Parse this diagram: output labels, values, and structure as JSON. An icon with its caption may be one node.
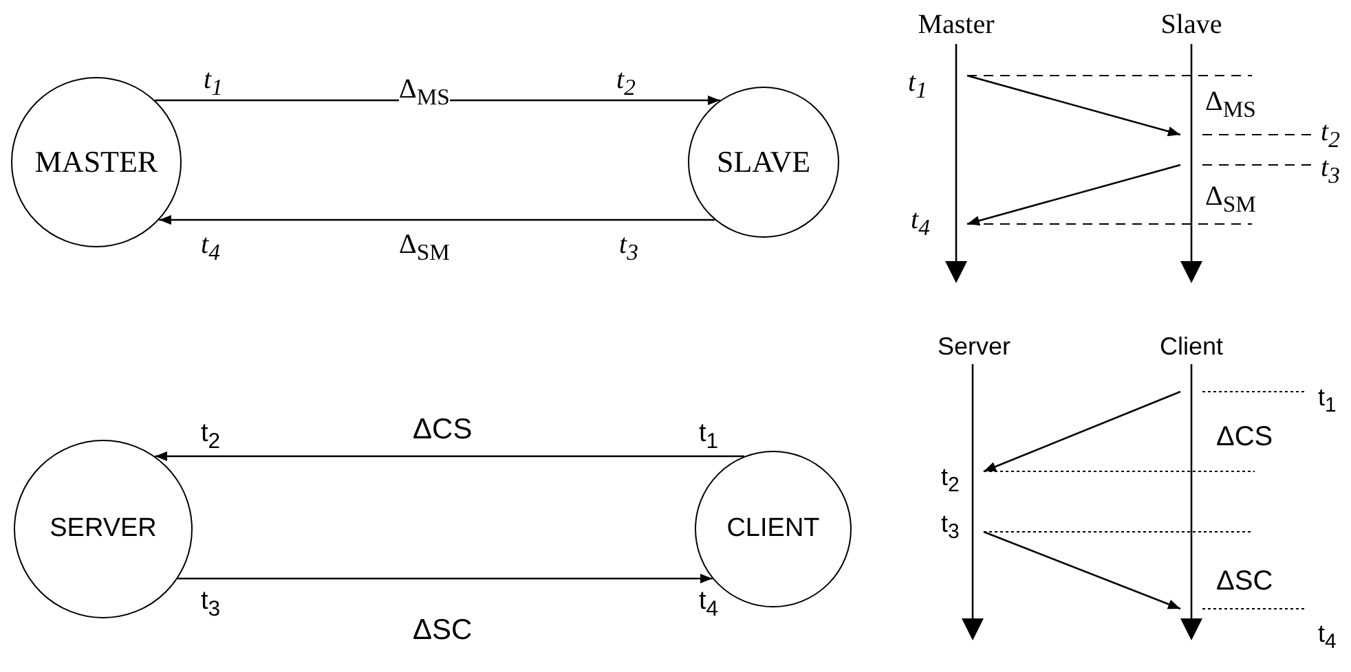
{
  "diagram": {
    "nodes": [
      {
        "text": [
          "MASTER"
        ]
      },
      {
        "text": [
          "SLAVE"
        ]
      },
      {
        "text": [
          "SERVER"
        ]
      },
      {
        "text": [
          "CLIENT"
        ]
      },
      {
        "text": [
          "Master"
        ]
      },
      {
        "text": [
          "Slave"
        ]
      },
      {
        "text": [
          "Server"
        ]
      },
      {
        "text": [
          "Client"
        ]
      },
      {
        "text": [],
        "shape": "arrow"
      },
      {
        "text": [],
        "shape": "arrow"
      },
      {
        "text": [],
        "shape": "arrow"
      },
      {
        "text": [],
        "shape": "arrow"
      }
    ],
    "edges": [
      {
        "from": 0,
        "to": 1,
        "arrow": "to",
        "label": "Δ$_{MS}$"
      },
      {
        "from": 1,
        "to": 0,
        "arrow": "to",
        "label": "Δ$_{SM}$"
      },
      {
        "from": 3,
        "to": 2,
        "arrow": "to",
        "label": "ΔCS"
      },
      {
        "from": 2,
        "to": 3,
        "arrow": "to",
        "label": "ΔSC"
      },
      {
        "from": 8,
        "to": 9,
        "arrow": "to",
        "label": "Δ$_{MS}$"
      },
      {
        "from": 9,
        "to": 8,
        "arrow": "to",
        "label": "Δ$_{SM}$"
      },
      {
        "from": 11,
        "to": 10,
        "arrow": "to",
        "label": "ΔCS"
      },
      {
        "from": 10,
        "to": 11,
        "arrow": "to",
        "label": "ΔSC"
      }
    ],
    "labels": [
      "t$_{1}$",
      "t$_{2}$",
      "t$_{4}$",
      "t$_{3}$",
      "t$_{1}$",
      "t$_{2}$",
      "t$_{3}$",
      "t$_{4}$",
      "t$_{2}$",
      "t$_{1}$",
      "t$_{3}$",
      "t$_{4}$",
      "t$_{1}$",
      "t$_{2}$",
      "t$_{3}$",
      "t$_{4}$"
    ]
  }
}
